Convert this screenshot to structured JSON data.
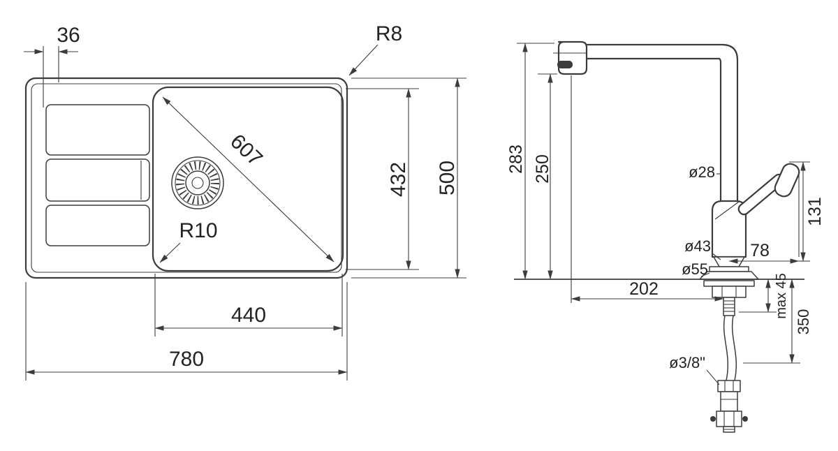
{
  "drawing": {
    "background": "#ffffff",
    "line_color": "#3c3c3c",
    "sink": {
      "rim_width": "36",
      "corner_radius_outer": "R8",
      "bowl_diagonal": "607",
      "bowl_depth": "432",
      "overall_depth": "500",
      "bowl_corner_radius": "R10",
      "bowl_width": "440",
      "overall_width": "780"
    },
    "faucet": {
      "height_to_top": "283",
      "height_to_spout": "250",
      "spout_tube_diameter": "ø28",
      "handle_height": "131",
      "body_diameter": "ø43",
      "handle_reach": "78",
      "base_diameter": "ø55",
      "spout_reach": "202",
      "max_deck_thickness": "max 45",
      "hose_length": "350",
      "connection_size": "ø3/8\""
    }
  }
}
